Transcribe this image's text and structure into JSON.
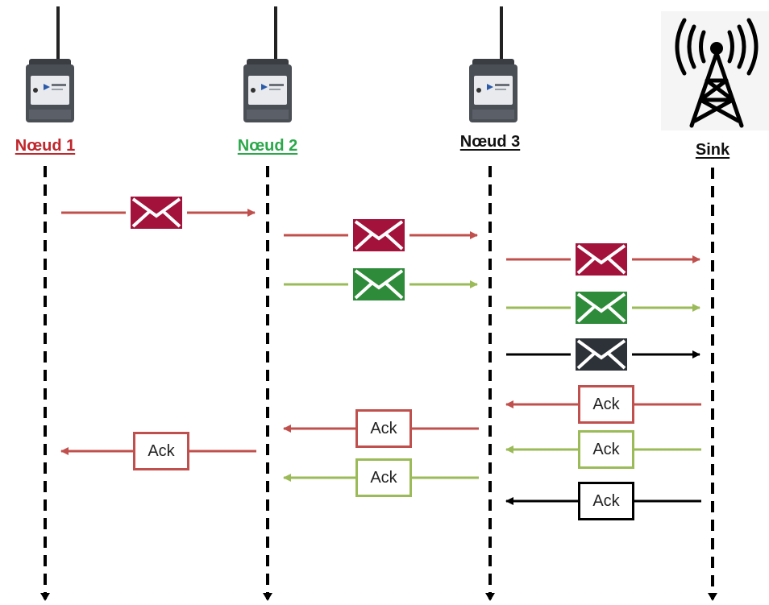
{
  "nodes": [
    {
      "id": "noeud-1",
      "label": "Nœud 1",
      "color": "#c0262c"
    },
    {
      "id": "noeud-2",
      "label": "Nœud 2",
      "color": "#2aa84a"
    },
    {
      "id": "noeud-3",
      "label": "Nœud 3",
      "color": "#111111"
    },
    {
      "id": "sink",
      "label": "Sink",
      "color": "#111111"
    }
  ],
  "colors": {
    "red_flow": "#c0504d",
    "green_flow": "#9bbb59",
    "black_flow": "#000000",
    "red_envelope": "#a3123a",
    "green_envelope": "#2e8b3a",
    "black_envelope": "#2d3238"
  },
  "messages": [
    {
      "flow": "red",
      "from": "noeud-1",
      "to": "noeud-2"
    },
    {
      "flow": "red",
      "from": "noeud-2",
      "to": "noeud-3"
    },
    {
      "flow": "green",
      "from": "noeud-2",
      "to": "noeud-3"
    },
    {
      "flow": "red",
      "from": "noeud-3",
      "to": "sink"
    },
    {
      "flow": "green",
      "from": "noeud-3",
      "to": "sink"
    },
    {
      "flow": "black",
      "from": "noeud-3",
      "to": "sink"
    }
  ],
  "acks": [
    {
      "flow": "red",
      "from": "sink",
      "to": "noeud-3",
      "label": "Ack"
    },
    {
      "flow": "red",
      "from": "noeud-3",
      "to": "noeud-2",
      "label": "Ack"
    },
    {
      "flow": "green",
      "from": "sink",
      "to": "noeud-3",
      "label": "Ack"
    },
    {
      "flow": "red",
      "from": "noeud-2",
      "to": "noeud-1",
      "label": "Ack"
    },
    {
      "flow": "green",
      "from": "noeud-3",
      "to": "noeud-2",
      "label": "Ack"
    },
    {
      "flow": "black",
      "from": "sink",
      "to": "noeud-3",
      "label": "Ack"
    }
  ],
  "icons": {
    "device": "wireless-sensor-device-icon",
    "sink": "radio-tower-icon",
    "message": "envelope-icon"
  }
}
